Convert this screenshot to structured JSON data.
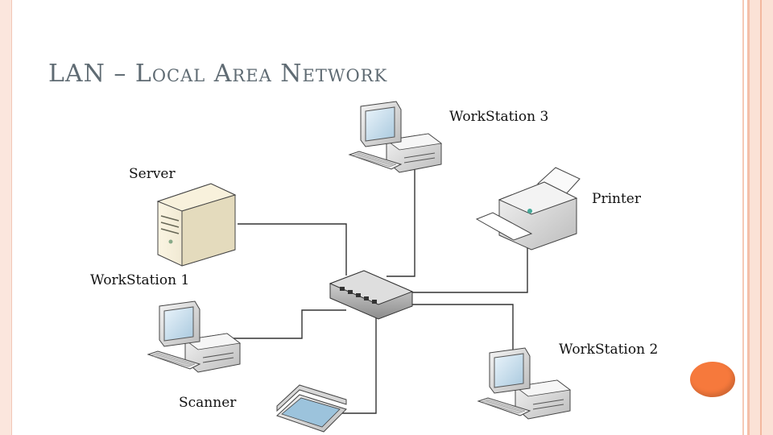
{
  "slide": {
    "title": "LAN – Local Area Network",
    "accent_color": "#f6793c",
    "frame_color": "#f4bfa8"
  },
  "diagram": {
    "nodes": {
      "server": "Server",
      "workstation1": "WorkStation 1",
      "workstation2": "WorkStation 2",
      "workstation3": "WorkStation 3",
      "printer": "Printer",
      "scanner": "Scanner"
    },
    "icons": [
      "server-icon",
      "workstation-icon",
      "printer-icon",
      "scanner-icon",
      "network-switch-icon"
    ]
  }
}
